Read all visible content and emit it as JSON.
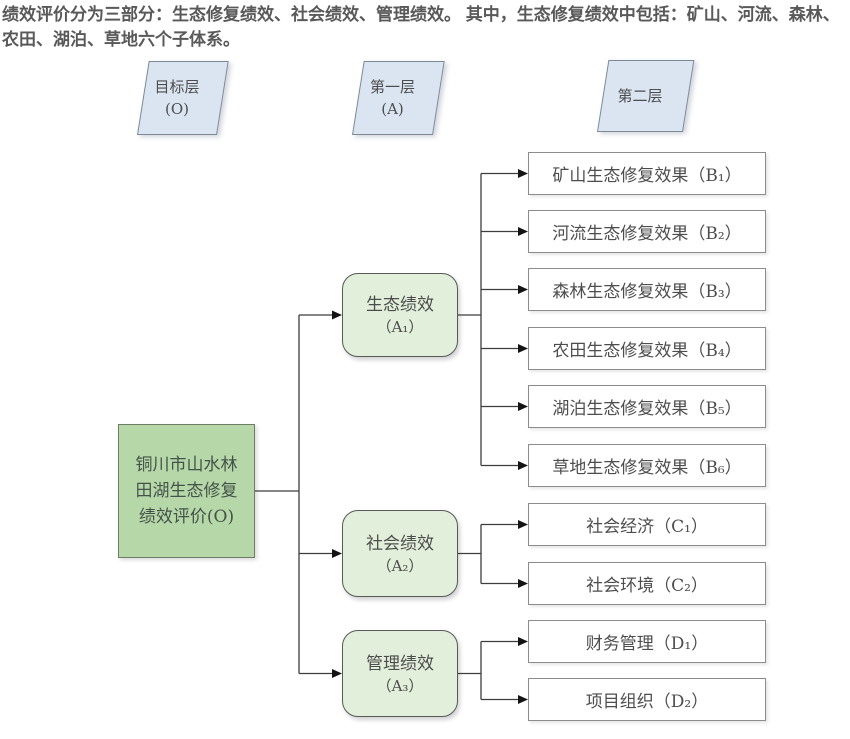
{
  "header": {
    "text": "绩效评价分为三部分：生态修复绩效、社会绩效、管理绩效。 其中，生态修复绩效中包括：矿山、河流、森林、农田、湖泊、草地六个子体系。"
  },
  "layers": [
    {
      "label": "目标层",
      "code": "(O)"
    },
    {
      "label": "第一层",
      "code": "(A)"
    },
    {
      "label": "第二层",
      "code": ""
    }
  ],
  "root": {
    "label": "铜川市山水林田湖生态修复绩效评价(O)"
  },
  "level1": [
    {
      "title": "生态绩效",
      "code": "（A₁）"
    },
    {
      "title": "社会绩效",
      "code": "（A₂）"
    },
    {
      "title": "管理绩效",
      "code": "（A₃）"
    }
  ],
  "level2": [
    {
      "label": "矿山生态修复效果（B₁）"
    },
    {
      "label": "河流生态修复效果（B₂）"
    },
    {
      "label": "森林生态修复效果（B₃）"
    },
    {
      "label": "农田生态修复效果（B₄）"
    },
    {
      "label": "湖泊生态修复效果（B₅）"
    },
    {
      "label": "草地生态修复效果（B₆）"
    },
    {
      "label": "社会经济（C₁）"
    },
    {
      "label": "社会环境（C₂）"
    },
    {
      "label": "财务管理（D₁）"
    },
    {
      "label": "项目组织（D₂）"
    }
  ],
  "colors": {
    "root_fill": "#b6d7a8",
    "level1_fill": "#e2efda",
    "leaf_fill": "#ffffff",
    "layer_fill": "#dbe5f2",
    "line": "#3d3d3d",
    "text": "#4d4d4d"
  }
}
